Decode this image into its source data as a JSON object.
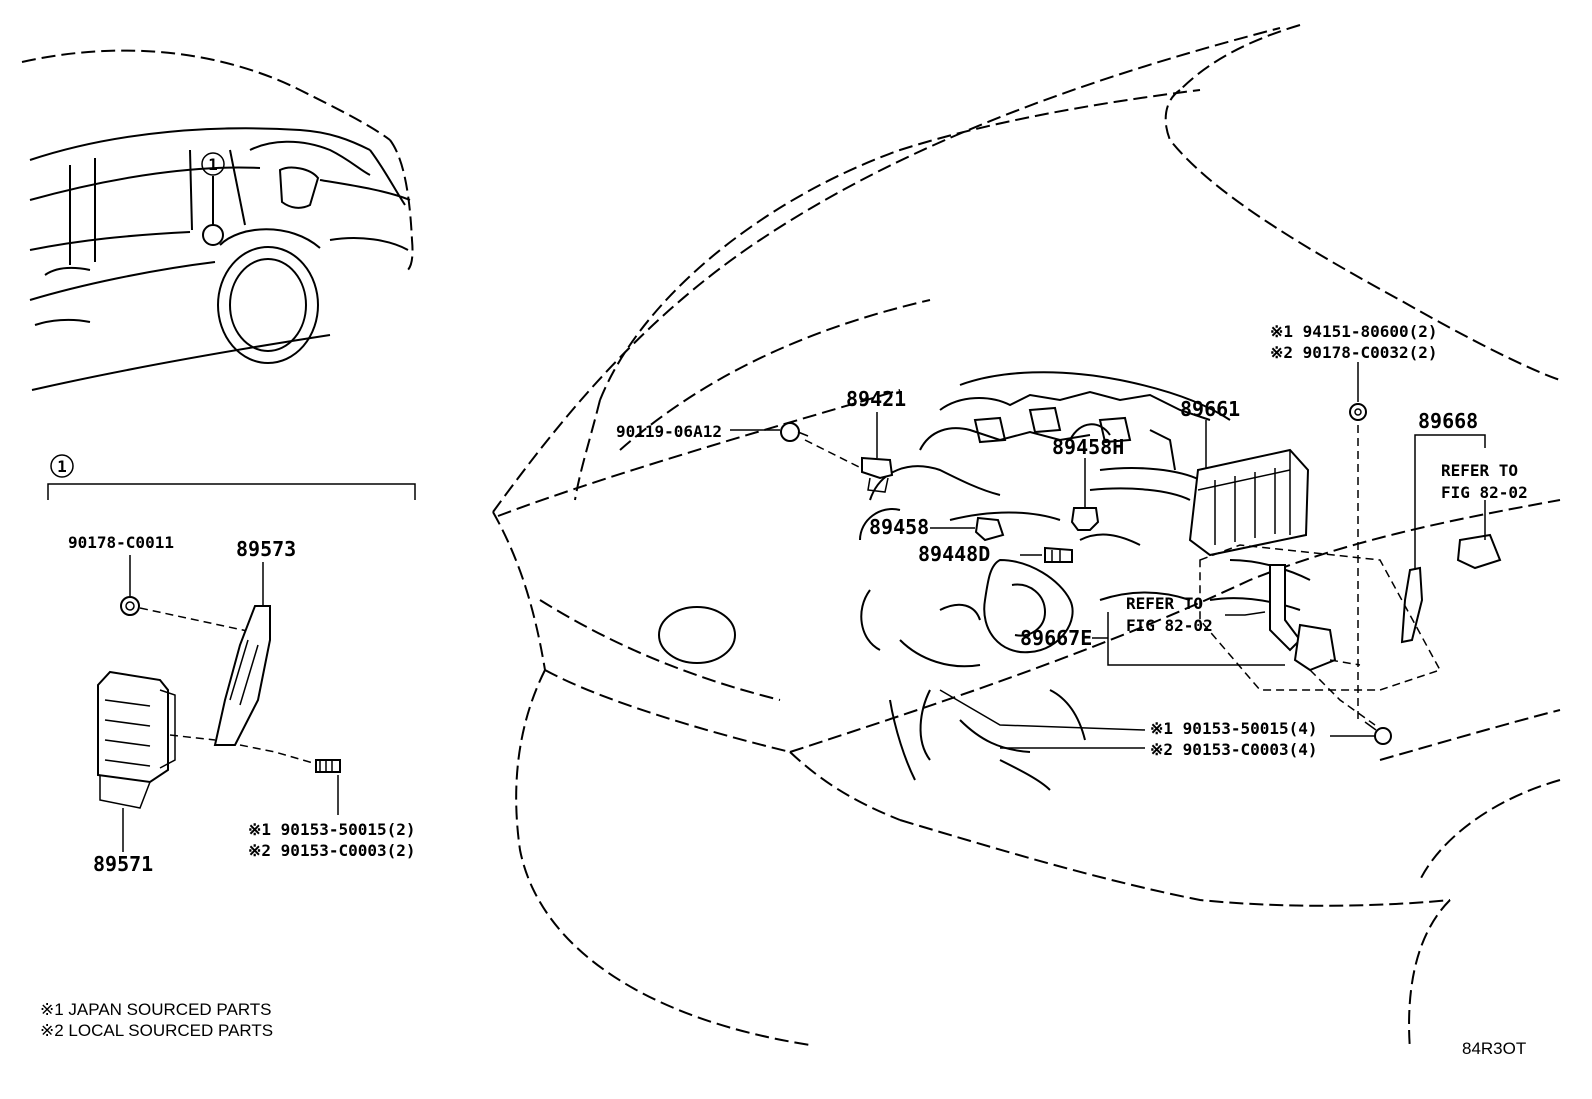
{
  "callouts": {
    "ref_circle": "1",
    "section_circle": "1"
  },
  "parts": {
    "p90178_c0011": "90178-C0011",
    "p89573": "89573",
    "p89571": "89571",
    "left_bolt_1": "※1 90153-50015(2)",
    "left_bolt_2": "※2 90153-C0003(2)",
    "p90119": "90119-06A12",
    "p89421": "89421",
    "p89458h": "89458H",
    "p89458": "89458",
    "p89448d": "89448D",
    "p89661": "89661",
    "nut_1": "※1 94151-80600(2)",
    "nut_2": "※2 90178-C0032(2)",
    "p89668": "89668",
    "refer_right_1": "REFER TO",
    "refer_right_2": "FIG 82-02",
    "refer_mid_1": "REFER TO",
    "refer_mid_2": "FIG 82-02",
    "p89667e": "89667E",
    "bolt_1": "※1 90153-50015(4)",
    "bolt_2": "※2 90153-C0003(4)"
  },
  "notes": {
    "japan": "※1 JAPAN SOURCED PARTS",
    "local": "※2 LOCAL SOURCED PARTS"
  },
  "diagram_code": "84R3OT"
}
